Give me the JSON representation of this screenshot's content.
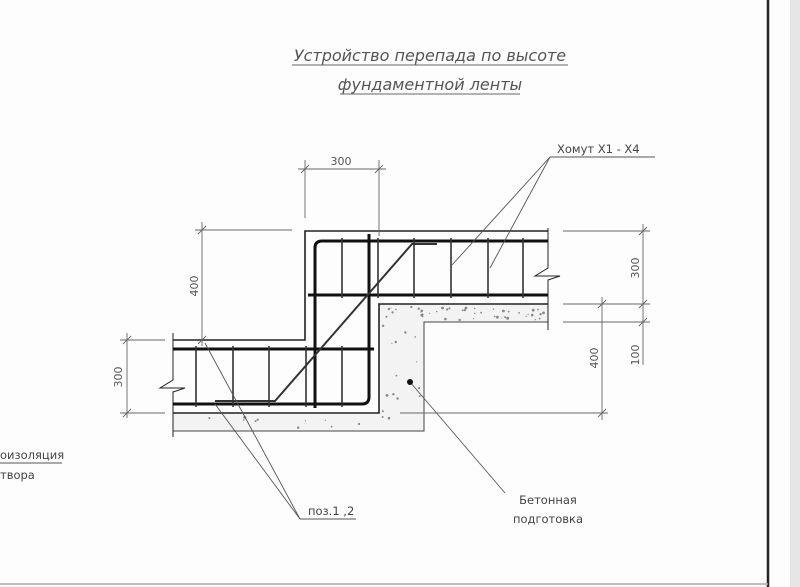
{
  "drawing": {
    "title_line1": "Устройство перепада по высоте",
    "title_line2": "фундаментной ленты",
    "labels": {
      "stirrup": "Хомут Х1 - Х4",
      "position": "поз.1 ,2",
      "concrete_line1": "Бетонная",
      "concrete_line2": "подготовка",
      "left_cut_line1": "оизоляция",
      "left_cut_line2": "твора"
    },
    "dimensions": {
      "top_width": "300",
      "left_height": "400",
      "left_beam_height": "300",
      "right_beam_height": "300",
      "right_prep": "100",
      "right_step": "400"
    }
  },
  "colors": {
    "line": "#333333",
    "rebar": "#111111",
    "thin": "#666666",
    "background": "#fdfdfd",
    "side": "#e6e6e6"
  }
}
